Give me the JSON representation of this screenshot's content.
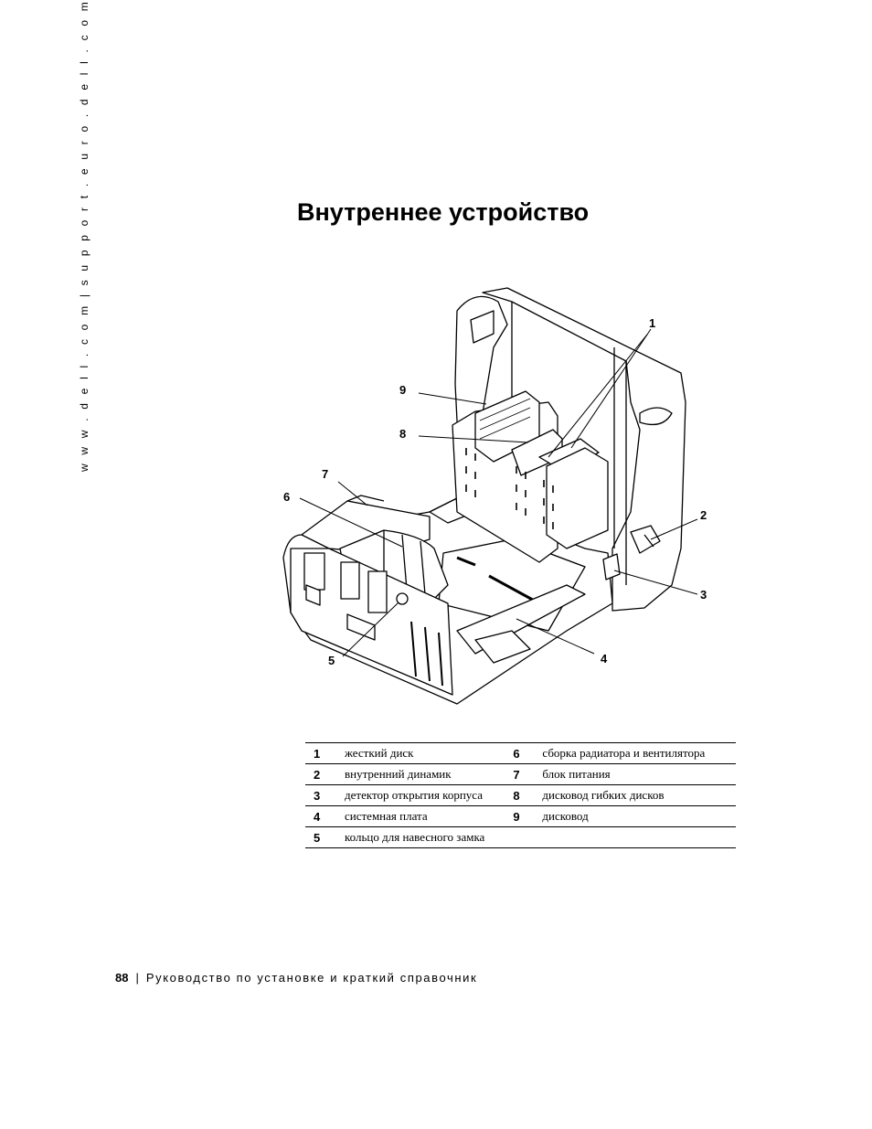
{
  "side_text": "w w w . d e l l . c o m  |  s u p p o r t . e u r o . d e l l . c o m",
  "title": "Внутреннее устройство",
  "callouts": [
    "1",
    "2",
    "3",
    "4",
    "5",
    "6",
    "7",
    "8",
    "9"
  ],
  "legend": [
    {
      "n1": "1",
      "t1": "жесткий диск",
      "n2": "6",
      "t2": "сборка радиатора и вентилятора"
    },
    {
      "n1": "2",
      "t1": "внутренний динамик",
      "n2": "7",
      "t2": "блок питания"
    },
    {
      "n1": "3",
      "t1": "детектор открытия корпуса",
      "n2": "8",
      "t2": "дисковод гибких дисков"
    },
    {
      "n1": "4",
      "t1": "системная плата",
      "n2": "9",
      "t2": "дисковод"
    },
    {
      "n1": "5",
      "t1": "кольцо для навесного замка",
      "n2": "",
      "t2": ""
    }
  ],
  "footer": {
    "page_number": "88",
    "separator": "|",
    "book_title": "Руководство по установке и краткий справочник"
  }
}
